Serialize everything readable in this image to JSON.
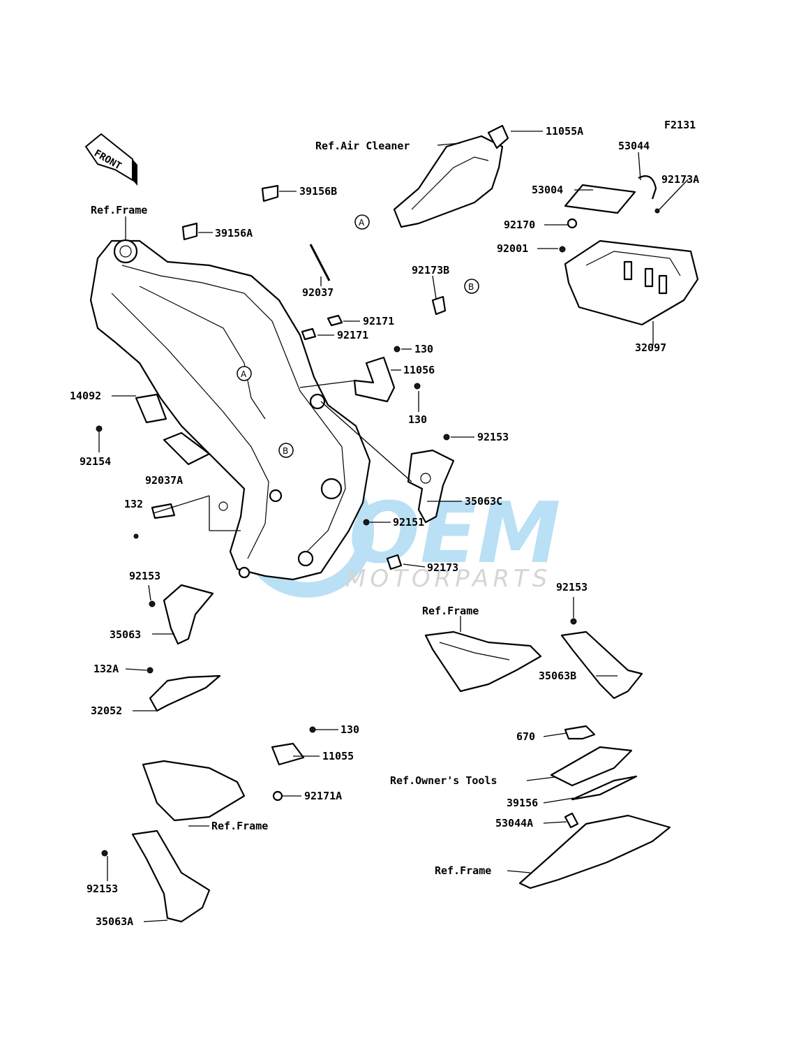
{
  "diagram_code": "F2131",
  "front_arrow": "FRONT",
  "watermark": {
    "line1": "OEM",
    "line2": "MOTORPARTS",
    "color": "#3aa8e0"
  },
  "markers": {
    "a": "A",
    "b": "B"
  },
  "labels": {
    "ref_air_cleaner": "Ref.Air Cleaner",
    "p11055a": "11055A",
    "p53044": "53044",
    "p92173a": "92173A",
    "p53004": "53004",
    "p92170": "92170",
    "p92001": "92001",
    "p32097": "32097",
    "p39156b": "39156B",
    "ref_frame_top": "Ref.Frame",
    "p39156a": "39156A",
    "p92037": "92037",
    "p92173b": "92173B",
    "p92171_1": "92171",
    "p92171_2": "92171",
    "p130_top": "130",
    "p11056": "11056",
    "p130_mid": "130",
    "p14092": "14092",
    "p92154": "92154",
    "p92153_top": "92153",
    "p92037a": "92037A",
    "p132": "132",
    "p35063c": "35063C",
    "p92151": "92151",
    "p92173": "92173",
    "p92153_left": "92153",
    "p35063": "35063",
    "p92153_right": "92153",
    "ref_frame_right": "Ref.Frame",
    "p35063b": "35063B",
    "p132a": "132A",
    "p32052": "32052",
    "p130_bottom": "130",
    "p11055": "11055",
    "p92171a": "92171A",
    "ref_frame_bottom": "Ref.Frame",
    "p92153_bottom": "92153",
    "p35063a": "35063A",
    "p670": "670",
    "ref_owners_tools": "Ref.Owner's Tools",
    "p39156": "39156",
    "p53044a": "53044A",
    "ref_frame_rear": "Ref.Frame"
  }
}
